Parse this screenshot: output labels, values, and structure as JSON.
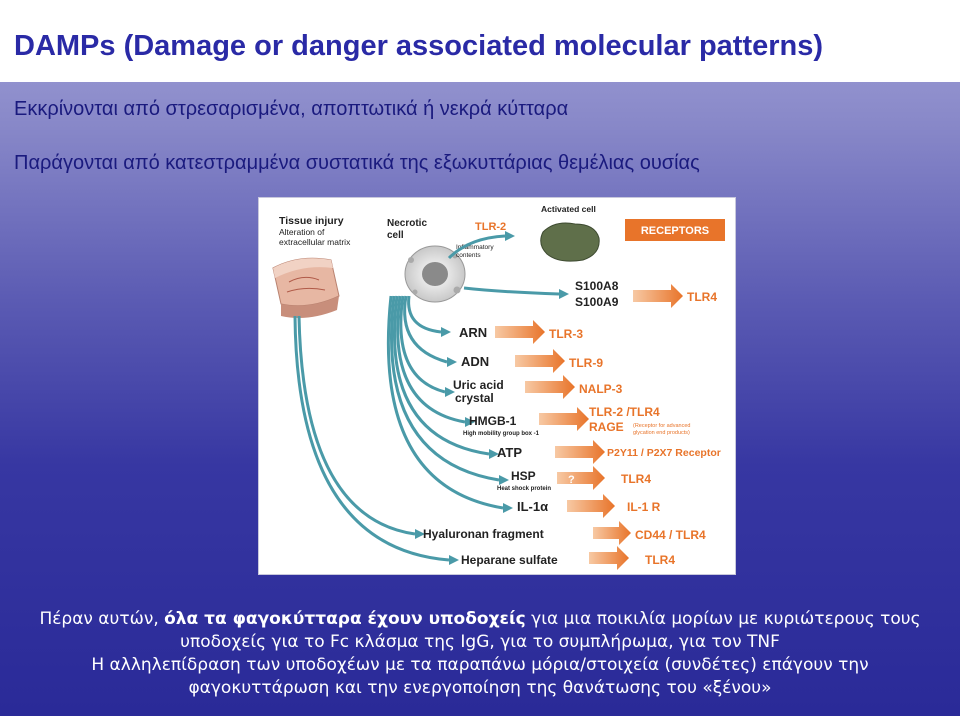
{
  "slide": {
    "title": "DAMPs (Damage or danger associated molecular patterns)",
    "bullets": [
      "Εκκρίνονται από στρεσαρισμένα, αποπτωτικά ή νεκρά κύτταρα",
      "Παράγονται από κατεστραμμένα συστατικά της εξωκυττάριας θεμέλιας ουσίας"
    ]
  },
  "figure": {
    "tissue_injury": "Tissue injury",
    "alteration_1": "Alteration of",
    "alteration_2": "extracellular matrix",
    "necrotic_1": "Necrotic",
    "necrotic_2": "cell",
    "inflammatory_1": "Inflammatory",
    "inflammatory_2": "contents",
    "tlr2_top": "TLR-2",
    "activated_cell": "Activated cell",
    "receptors_label": "RECEPTORS",
    "s100a8": "S100A8",
    "s100a9": "S100A9",
    "tlr4_s100": "TLR4",
    "rows": [
      {
        "ligand": "ARN",
        "receptor": "TLR-3"
      },
      {
        "ligand": "ADN",
        "receptor": "TLR-9"
      },
      {
        "ligand": "Uric acid",
        "ligand2": "crystal",
        "receptor": "NALP-3"
      },
      {
        "ligand": "HMGB-1",
        "ligand_sub": "High mobility group box -1",
        "receptor": "TLR-2 /TLR4",
        "receptor2": "RAGE",
        "receptor2_sub1": "(Receptor for advanced",
        "receptor2_sub2": "glycation end products)"
      },
      {
        "ligand": "ATP",
        "receptor": "P2Y11 / P2X7 Receptor"
      },
      {
        "ligand": "HSP",
        "ligand_sub": "Heat shock protein",
        "receptor": "TLR4",
        "question": "?"
      },
      {
        "ligand": "IL-1α",
        "receptor": "IL-1 R"
      },
      {
        "ligand": "Hyaluronan fragment",
        "receptor": "CD44 / TLR4"
      },
      {
        "ligand": "Heparane sulfate",
        "receptor": "TLR4"
      }
    ]
  },
  "footer": {
    "p1_a": "Πέραν αυτών, ",
    "p1_b": "όλα τα φαγοκύτταρα έχουν υποδοχείς",
    "p1_c": " για μια ποικιλία μορίων με κυριώτερους τους",
    "p2": "υποδοχείς για το Fc κλάσμα της IgG, για το συμπλήρωμα, για τον TNF",
    "p3": "Η αλληλεπίδραση των υποδοχέων με τα παραπάνω μόρια/στοιχεία (συνδέτες) επάγουν την",
    "p4": "φαγοκυττάρωση και την ενεργοποίηση της θανάτωσης του «ξένου»"
  },
  "colors": {
    "title": "#2a2aa6",
    "arrow": "#e8742a",
    "teal": "#4a9aa8",
    "receptors_box": "#e8742a"
  }
}
